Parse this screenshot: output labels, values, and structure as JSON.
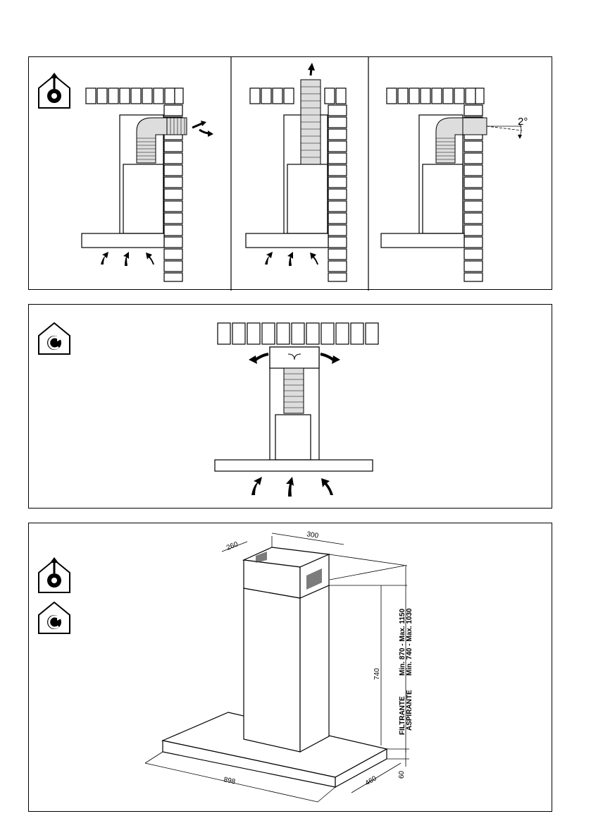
{
  "panels": [
    {
      "id": "ducted-installation",
      "subpanels": [
        "top-outlet-wall",
        "vertical-outlet-ceiling",
        "angled-outlet-wall"
      ]
    },
    {
      "id": "recirculation-installation"
    },
    {
      "id": "dimensions"
    }
  ],
  "icons": {
    "extraction": "house-extraction-fan-icon",
    "recirculation": "house-recirculation-fan-icon"
  },
  "annotations": {
    "slope": "2°"
  },
  "dimensions": {
    "chimney_depth": "260",
    "chimney_width": "300",
    "chimney_lower_height": "740",
    "hood_width": "898",
    "hood_depth": "460",
    "canopy_thickness": "60",
    "filtrante_label": "FILTRANTE",
    "filtrante_range": "Min. 870 - Max. 1150",
    "aspirante_label": "ASPIRANTE",
    "aspirante_range": "Min. 740 - Max. 1030"
  }
}
